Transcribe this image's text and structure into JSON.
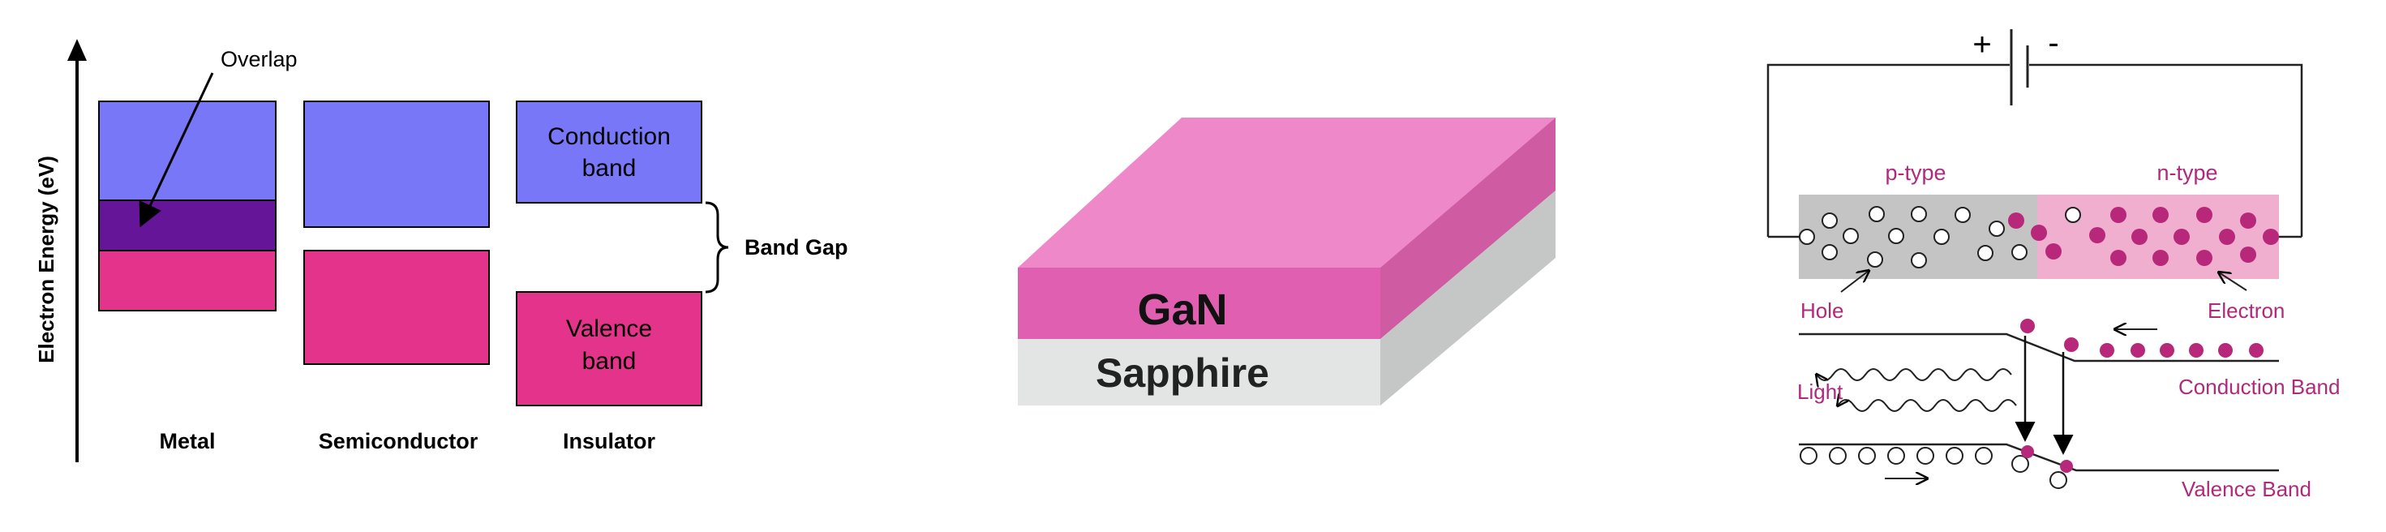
{
  "band_diagram": {
    "y_axis_label": "Electron Energy (eV)",
    "overlap_label": "Overlap",
    "band_gap_label": "Band Gap",
    "conduction_label_1": "Conduction",
    "conduction_label_2": "band",
    "valence_label_1": "Valence",
    "valence_label_2": "band",
    "columns": [
      "Metal",
      "Semiconductor",
      "Insulator"
    ]
  },
  "wafer": {
    "top_layer": "GaN",
    "bottom_layer": "Sapphire"
  },
  "led": {
    "plus": "+",
    "minus": "-",
    "p_type": "p-type",
    "n_type": "n-type",
    "hole": "Hole",
    "electron": "Electron",
    "light": "Light",
    "conduction": "Conduction Band",
    "valence": "Valence Band"
  },
  "colors": {
    "conduction_blue": "#7777f7",
    "valence_pink": "#e4338a",
    "overlap_purple": "#651597",
    "gan_pink": "#e05fb0",
    "sapphire_gray": "#e3e4e4",
    "p_region_gray": "#c4c4c4",
    "n_region_pink": "#f0afcf",
    "electron_magenta": "#b8287a",
    "label_magenta": "#b02a7c"
  }
}
